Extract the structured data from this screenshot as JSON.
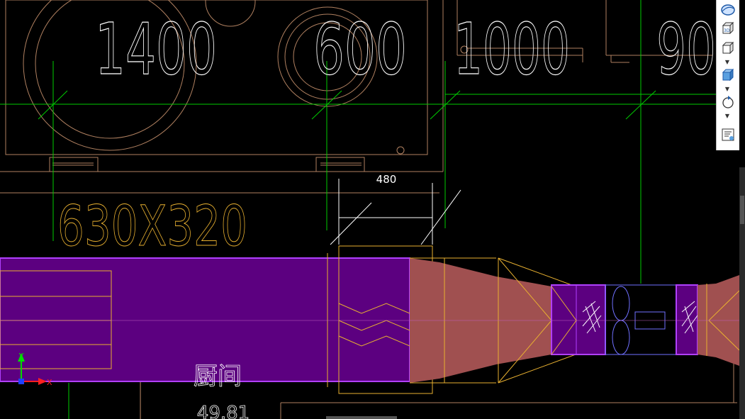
{
  "drawing": {
    "big_labels": [
      {
        "text": "1400",
        "name": "room-label-1400"
      },
      {
        "text": "600",
        "name": "room-label-600"
      },
      {
        "text": "1000",
        "name": "room-label-1000"
      },
      {
        "text": "90",
        "name": "room-label-90"
      }
    ],
    "duct_size_label": "630X320",
    "dimension_label": "480",
    "room_name_label": "厨间",
    "area_label": "49.81",
    "ucs": {
      "y_label": "Y",
      "x_label": "X"
    }
  },
  "colors": {
    "background": "#000000",
    "duct_fill": "#5c0080",
    "duct_edge": "#b040ff",
    "transition_fill": "#a05050",
    "building_line": "#b08060",
    "grid_line": "#00cc00",
    "yellow_line": "#e8b030",
    "white_line": "#ffffff",
    "text_color": "#ffffff",
    "duct_label_color": "#e8b030"
  },
  "toolbar": {
    "icons": [
      "orbit-icon",
      "3d-view-icon",
      "cube-icon",
      "shaded-cube-icon",
      "rotate-icon",
      "properties-list-icon"
    ]
  }
}
